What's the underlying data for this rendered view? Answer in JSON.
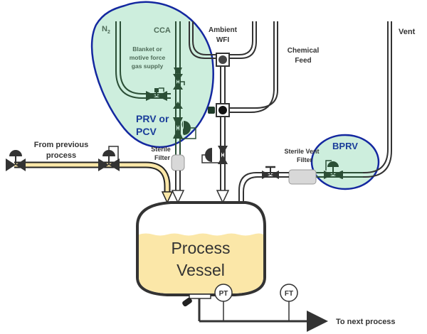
{
  "title": "Process vessel gas supply and venting P&ID",
  "colors": {
    "highlight_fill": "#cdeedd",
    "highlight_stroke": "#1428a0",
    "green_line": "#2b4f36",
    "dark_line": "#222222",
    "liquid": "#fbe7a8",
    "highlight_label": "#1a3d9a"
  },
  "labels": {
    "n2": "N",
    "n2_sub": "2",
    "cca": "CCA",
    "gas_supply_line1": "Blanket or",
    "gas_supply_line2": "motive force",
    "gas_supply_line3": "gas supply",
    "prv_line1": "PRV or",
    "prv_line2": "PCV",
    "sterile_filter_line1": "Sterile",
    "sterile_filter_line2": "Filter",
    "ambient_wfi_line1": "Ambient",
    "ambient_wfi_line2": "WFI",
    "chemical_feed_line1": "Chemical",
    "chemical_feed_line2": "Feed",
    "vent": "Vent",
    "sterile_vent_filter_line1": "Sterile Vent",
    "sterile_vent_filter_line2": "Filter",
    "bprv": "BPRV",
    "from_previous_line1": "From previous",
    "from_previous_line2": "process",
    "vessel_line1": "Process",
    "vessel_line2": "Vessel",
    "pt": "PT",
    "ft": "FT",
    "to_next": "To next process"
  }
}
